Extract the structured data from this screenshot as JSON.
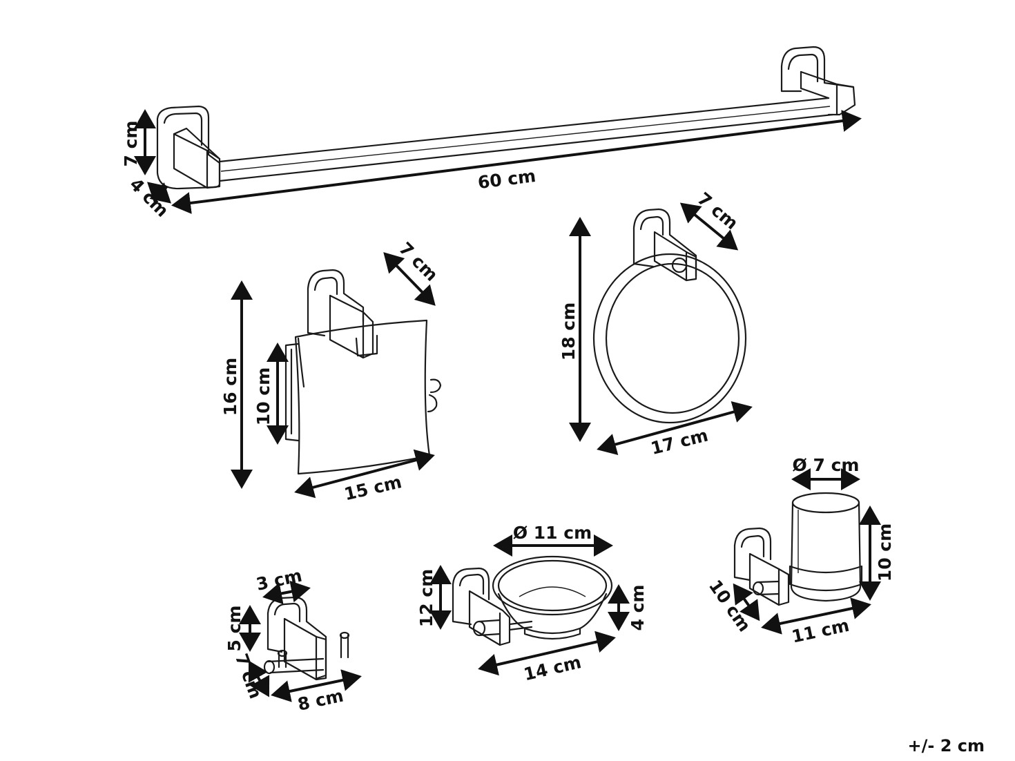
{
  "products": [
    {
      "id": "towel-bar",
      "labels": {
        "length": "60 cm",
        "height": "7 cm",
        "depth": "4 cm"
      }
    },
    {
      "id": "toilet-paper-holder",
      "labels": {
        "depth": "7 cm",
        "height": "16 cm",
        "cover_height": "10 cm",
        "width": "15 cm"
      }
    },
    {
      "id": "towel-ring",
      "labels": {
        "depth": "7 cm",
        "height": "18 cm",
        "width": "17 cm"
      }
    },
    {
      "id": "double-hook",
      "labels": {
        "width": "3 cm",
        "height": "5 cm",
        "depth": "7 cm",
        "length": "8 cm"
      }
    },
    {
      "id": "soap-dish",
      "labels": {
        "diameter": "Ø 11 cm",
        "height": "12 cm",
        "dish_height": "4 cm",
        "width": "14 cm"
      }
    },
    {
      "id": "tumbler-holder",
      "labels": {
        "diameter": "Ø 7 cm",
        "height": "10 cm",
        "depth": "10 cm",
        "width": "11 cm"
      }
    }
  ],
  "tolerance": "+/- 2 cm"
}
